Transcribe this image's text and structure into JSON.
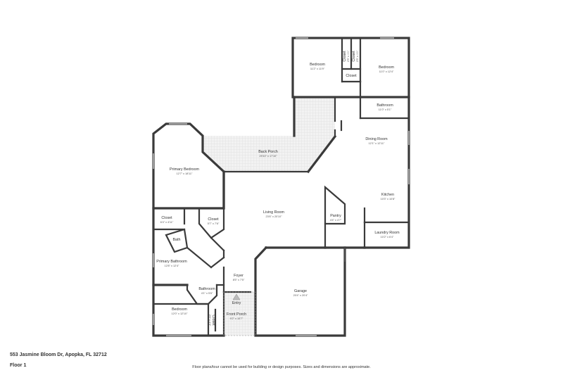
{
  "footer": {
    "address": "553 Jasmine Bloom Dr, Apopka, FL 32712",
    "floor": "Floor 1",
    "disclaimer": "Floor plans/tour cannot be used for building or design purposes. Sizes and dimensions are approximate."
  },
  "rooms": {
    "bedroom_nw": {
      "name": "Bedroom",
      "dim": "11'2\" x 11'9\""
    },
    "bedroom_ne": {
      "name": "Bedroom",
      "dim": "11'0\" x 12'4\""
    },
    "closet_a": {
      "name": "Closet",
      "dim": "2'5\" x 1'1\""
    },
    "closet_b": {
      "name": "Closet",
      "dim": "2'5\" x 1'1\""
    },
    "closet_top": {
      "name": "Closet"
    },
    "bathroom_ne": {
      "name": "Bathroom",
      "dim": "11'0\" x 5'1\""
    },
    "back_porch": {
      "name": "Back Porch",
      "dim": "29'10\" x 17'10\""
    },
    "dining_room": {
      "name": "Dining Room",
      "dim": "12'1\" x 12'11\""
    },
    "primary_bedroom": {
      "name": "Primary Bedroom",
      "dim": "12'7\" x 18'11\""
    },
    "kitchen": {
      "name": "Kitchen",
      "dim": "10'3\" x 10'8\""
    },
    "living_room": {
      "name": "Living Room",
      "dim": "23'6\" x 20'10\""
    },
    "pantry": {
      "name": "Pantry",
      "dim": "4'4\" x 4'7\""
    },
    "closet_w": {
      "name": "Closet",
      "dim": "6'4\" x 4'11\""
    },
    "closet_e": {
      "name": "Closet",
      "dim": "5'7\" x 7'6\""
    },
    "laundry_room": {
      "name": "Laundry Room",
      "dim": "10'2\" x 6'4\""
    },
    "bath": {
      "name": "Bath"
    },
    "primary_bathroom": {
      "name": "Primary Bathroom",
      "dim": "12'8\" x 12'4\""
    },
    "foyer": {
      "name": "Foyer",
      "dim": "8'5\" x 7'5\""
    },
    "bathroom_s": {
      "name": "Bathroom",
      "dim": "4'1\" x 5'6\""
    },
    "garage": {
      "name": "Garage",
      "dim": "20'4\" x 20'4\""
    },
    "entry": {
      "name": "Entry"
    },
    "bedroom_sw": {
      "name": "Bedroom",
      "dim": "12'0\" x 12'10\""
    },
    "front_porch": {
      "name": "Front Porch",
      "dim": "9'2\" x 10'7\""
    },
    "closet_s": {
      "name": "Closet",
      "dim": "2'0\" x 4'3\""
    }
  }
}
